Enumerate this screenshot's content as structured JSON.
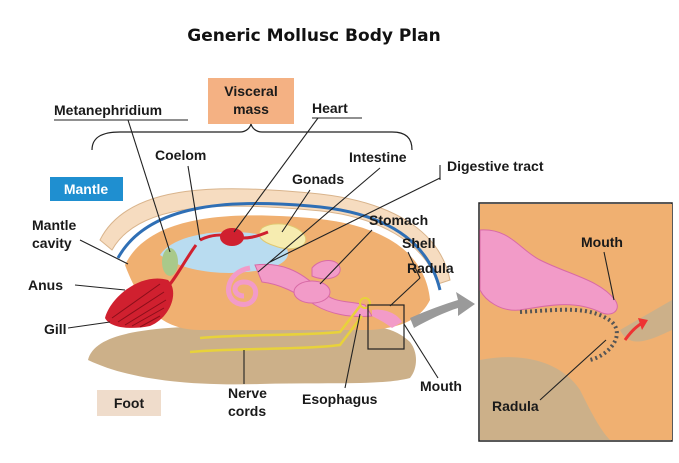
{
  "title": "Generic Mollusc Body Plan",
  "labels": {
    "visceral_mass_1": "Visceral",
    "visceral_mass_2": "mass",
    "metanephridium": "Metanephridium",
    "heart": "Heart",
    "coelom": "Coelom",
    "intestine": "Intestine",
    "gonads": "Gonads",
    "digestive_tract": "Digestive tract",
    "mantle": "Mantle",
    "mantle_cavity_1": "Mantle",
    "mantle_cavity_2": "cavity",
    "stomach": "Stomach",
    "shell": "Shell",
    "radula": "Radula",
    "anus": "Anus",
    "gill": "Gill",
    "foot": "Foot",
    "nerve_cords_1": "Nerve",
    "nerve_cords_2": "cords",
    "esophagus": "Esophagus",
    "mouth": "Mouth",
    "inset_mouth": "Mouth",
    "inset_radula": "Radula"
  },
  "colors": {
    "visceral_box": "#f4b183",
    "mantle_box": "#1f8fd0",
    "foot_box": "#efdccb",
    "shell": "#f6dcc0",
    "mantle_line": "#2f6fb5",
    "gill": "#d0202f",
    "heart": "#d0202f",
    "digestive": "#f29bc8",
    "nerve": "#e8d23a",
    "coelom": "#b9dcf0",
    "foot": "#ccb089",
    "visceral_body": "#f0b071",
    "arrow": "#9a9a9a"
  }
}
